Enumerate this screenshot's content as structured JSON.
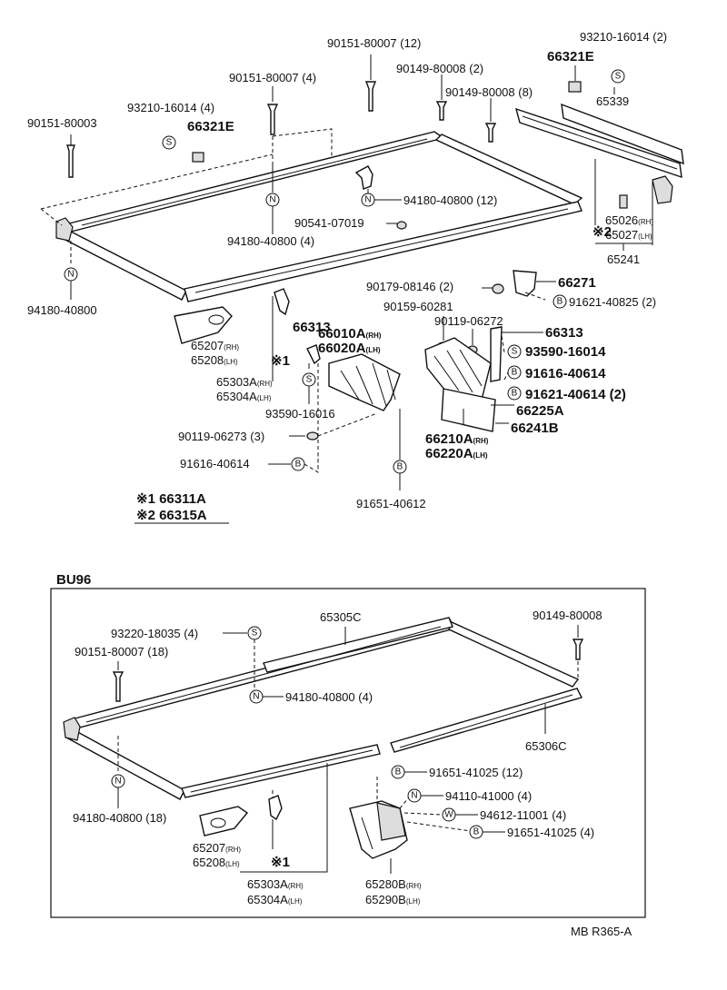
{
  "upper": {
    "p_90151_80003": "90151-80003",
    "p_93210_16014_4": "93210-16014 (4)",
    "p_66321E_a": "66321E",
    "p_90151_80007_4": "90151-80007 (4)",
    "p_90151_80007_12": "90151-80007 (12)",
    "p_90149_80008_2": "90149-80008 (2)",
    "p_90149_80008_8": "90149-80008 (8)",
    "p_93210_16014_2": "93210-16014 (2)",
    "p_66321E_b": "66321E",
    "p_65339": "65339",
    "p_94180_40800_12": "94180-40800 (12)",
    "p_90541_07019": "90541-07019",
    "p_94180_40800_4": "94180-40800 (4)",
    "p_65026": "65026",
    "p_65027": "65027",
    "p_65241": "65241",
    "p_94180_40800": "94180-40800",
    "p_90179_08146": "90179-08146 (2)",
    "p_66271": "66271",
    "p_90159_60281": "90159-60281",
    "p_91621_40825": "91621-40825 (2)",
    "p_90119_06272": "90119-06272",
    "p_66313_r": "66313",
    "p_93590_16014": "93590-16014",
    "p_91616_40614_r": "91616-40614",
    "p_91621_40614": "91621-40614 (2)",
    "p_66225A": "66225A",
    "p_66241B": "66241B",
    "p_66210A": "66210A",
    "p_66220A": "66220A",
    "p_66313_l": "66313",
    "p_66010A": "66010A",
    "p_66020A": "66020A",
    "p_65207": "65207",
    "p_65208": "65208",
    "p_65303A": "65303A",
    "p_65304A": "65304A",
    "p_93590_16016": "93590-16016",
    "p_90119_06273": "90119-06273 (3)",
    "p_91616_40614_l": "91616-40614",
    "p_91651_40612": "91651-40612"
  },
  "suffix": {
    "rh": "(RH)",
    "lh": "(LH)"
  },
  "marks": {
    "m1": "※1",
    "m2": "※2"
  },
  "symbols": {
    "n": "N",
    "s": "S",
    "b": "B",
    "w": "W"
  },
  "legend": {
    "row1": "※1 66311A",
    "row2": "※2 66315A"
  },
  "lower": {
    "section_title": "BU96",
    "p_65305C": "65305C",
    "p_90149_80008": "90149-80008",
    "p_93220_18035": "93220-18035 (4)",
    "p_90151_80007_18": "90151-80007 (18)",
    "p_94180_40800_4": "94180-40800 (4)",
    "p_65306C": "65306C",
    "p_94180_40800_18": "94180-40800 (18)",
    "p_91651_41025_12": "91651-41025 (12)",
    "p_94110_41000": "94110-41000 (4)",
    "p_94612_11001": "94612-11001 (4)",
    "p_91651_41025_4": "91651-41025 (4)",
    "p_65207": "65207",
    "p_65208": "65208",
    "p_65303A": "65303A",
    "p_65304A": "65304A",
    "p_65280B": "65280B",
    "p_65290B": "65290B"
  },
  "diagram_code": "MB R365-A"
}
